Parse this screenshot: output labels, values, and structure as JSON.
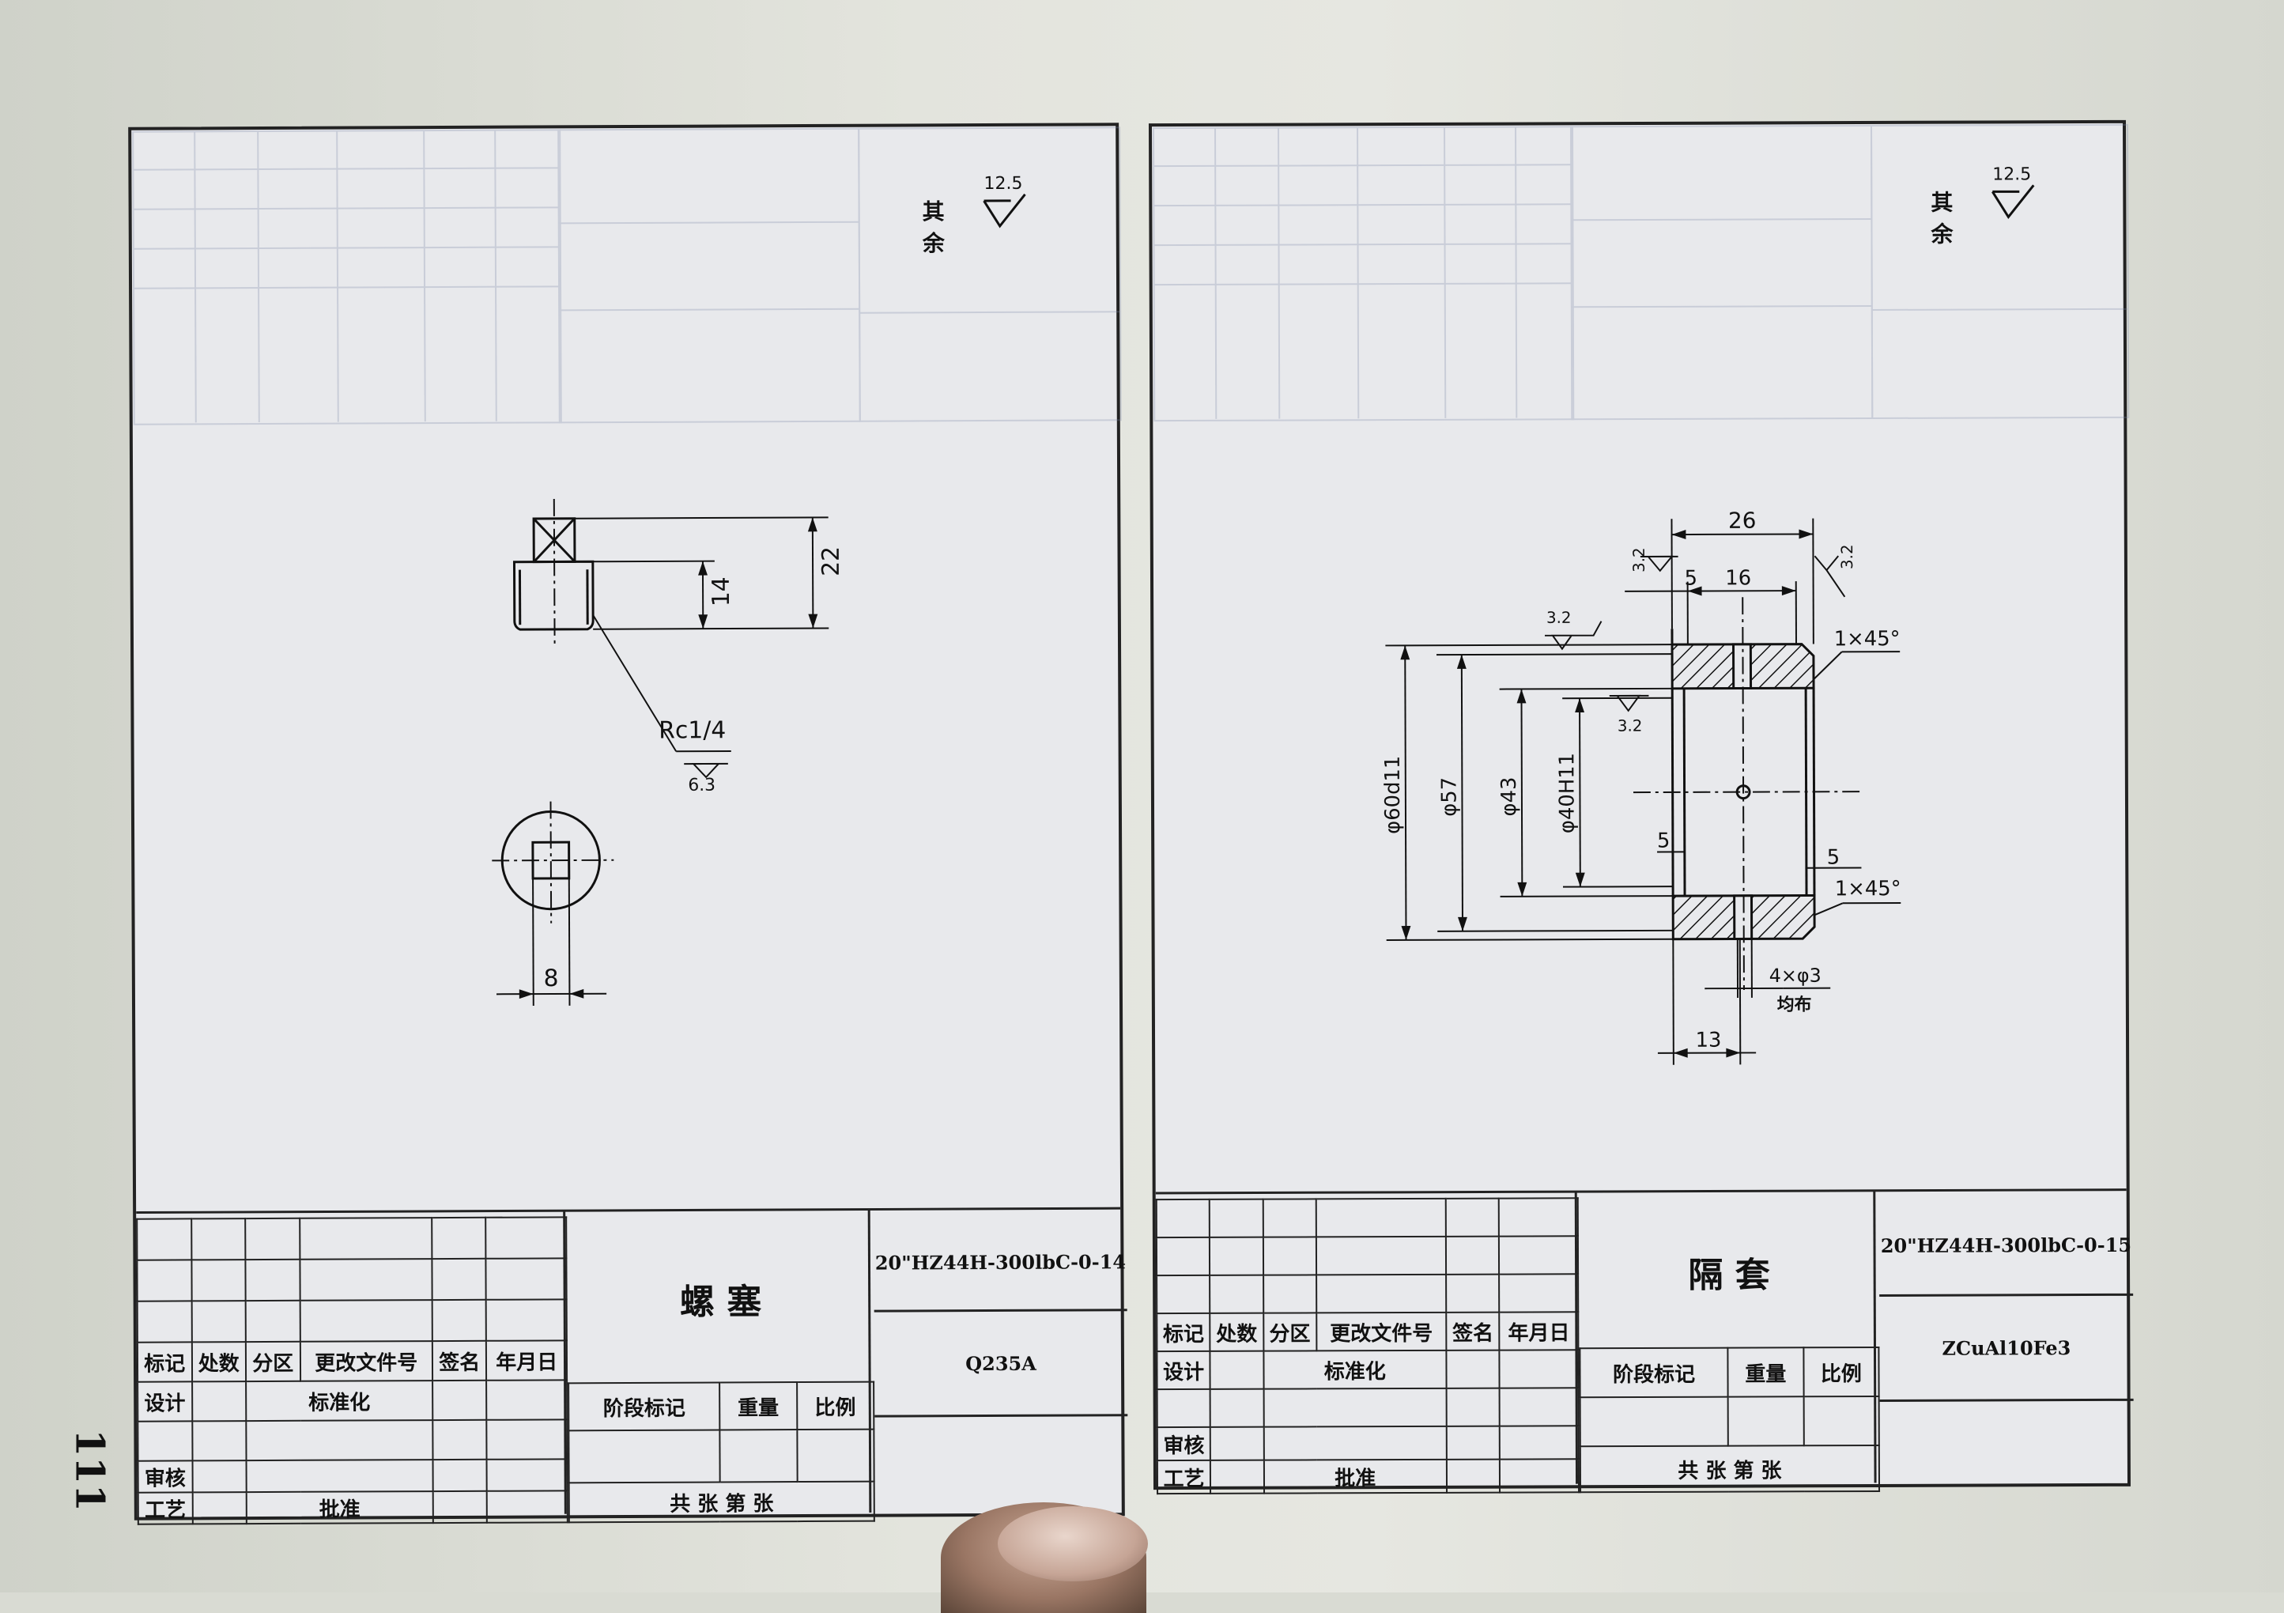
{
  "page_number": "111",
  "left_sheet": {
    "finish_label": "其余",
    "finish_value": "12.5",
    "dims": {
      "height_22": "22",
      "height_14": "14",
      "thread": "Rc1/4",
      "thread_finish": "6.3",
      "width_8": "8"
    },
    "title_block": {
      "part_name": "螺  塞",
      "drawing_no": "20\"HZ44H-300lbC-0-14",
      "material": "Q235A",
      "rev_headers": [
        "标记",
        "处数",
        "分区",
        "更改文件号",
        "签名",
        "年月日"
      ],
      "design": "设计",
      "standardize": "标准化",
      "review": "审核",
      "process": "工艺",
      "approve": "批准",
      "stage_mark": "阶段标记",
      "weight": "重量",
      "scale": "比例",
      "sheets": "共    张    第    张"
    }
  },
  "right_sheet": {
    "finish_label": "其余",
    "finish_value": "12.5",
    "dims": {
      "len_26": "26",
      "len_5_top": "5",
      "len_16": "16",
      "rough_top_left": "3.2",
      "rough_top_right": "3.2",
      "rough_face": "3.2",
      "rough_bore": "3.2",
      "chamfer_top": "1×45°",
      "chamfer_bottom": "1×45°",
      "dia_60": "φ60d11",
      "dia_57": "φ57",
      "dia_43": "φ43",
      "dia_40": "φ40H11",
      "len_5_mid": "5",
      "len_5_right": "5",
      "holes": "4×φ3",
      "holes_note": "均布",
      "len_13": "13"
    },
    "title_block": {
      "part_name": "隔  套",
      "drawing_no": "20\"HZ44H-300lbC-0-15",
      "material": "ZCuAl10Fe3",
      "rev_headers": [
        "标记",
        "处数",
        "分区",
        "更改文件号",
        "签名",
        "年月日"
      ],
      "design": "设计",
      "standardize": "标准化",
      "review": "审核",
      "process": "工艺",
      "approve": "批准",
      "stage_mark": "阶段标记",
      "weight": "重量",
      "scale": "比例",
      "sheets": "共    张    第    张"
    }
  }
}
